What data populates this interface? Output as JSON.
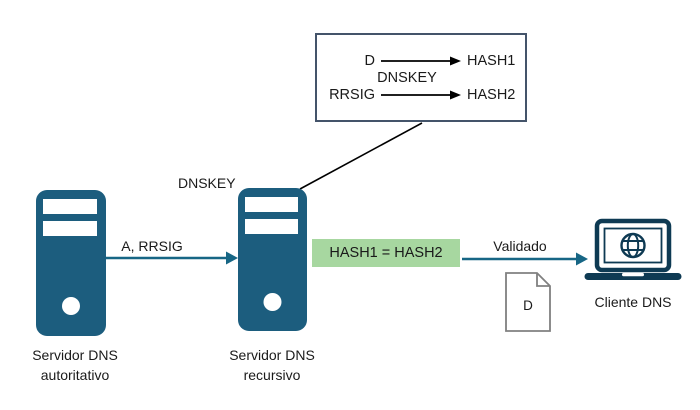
{
  "colors": {
    "server_fill": "#1C5D7E",
    "laptop_stroke": "#0E3A53",
    "arrow_teal": "#176685",
    "highlight_green": "#A7D7A0",
    "hash_box_border": "#44546A",
    "document_border": "#808080",
    "black_arrow": "#000000",
    "text": "#1a1a1a"
  },
  "hash_box": {
    "row1_input": "D",
    "row1_output": "HASH1",
    "center_label": "DNSKEY",
    "row2_input": "RRSIG",
    "row2_output": "HASH2"
  },
  "labels": {
    "dnskey_above_server": "DNSKEY",
    "query_arrow": "A, RRSIG",
    "hash_compare": "HASH1 = HASH2",
    "validated": "Validado",
    "document_letter": "D",
    "authoritative_line1": "Servidor DNS",
    "authoritative_line2": "autoritativo",
    "recursive_line1": "Servidor DNS",
    "recursive_line2": "recursivo",
    "client": "Cliente DNS"
  }
}
